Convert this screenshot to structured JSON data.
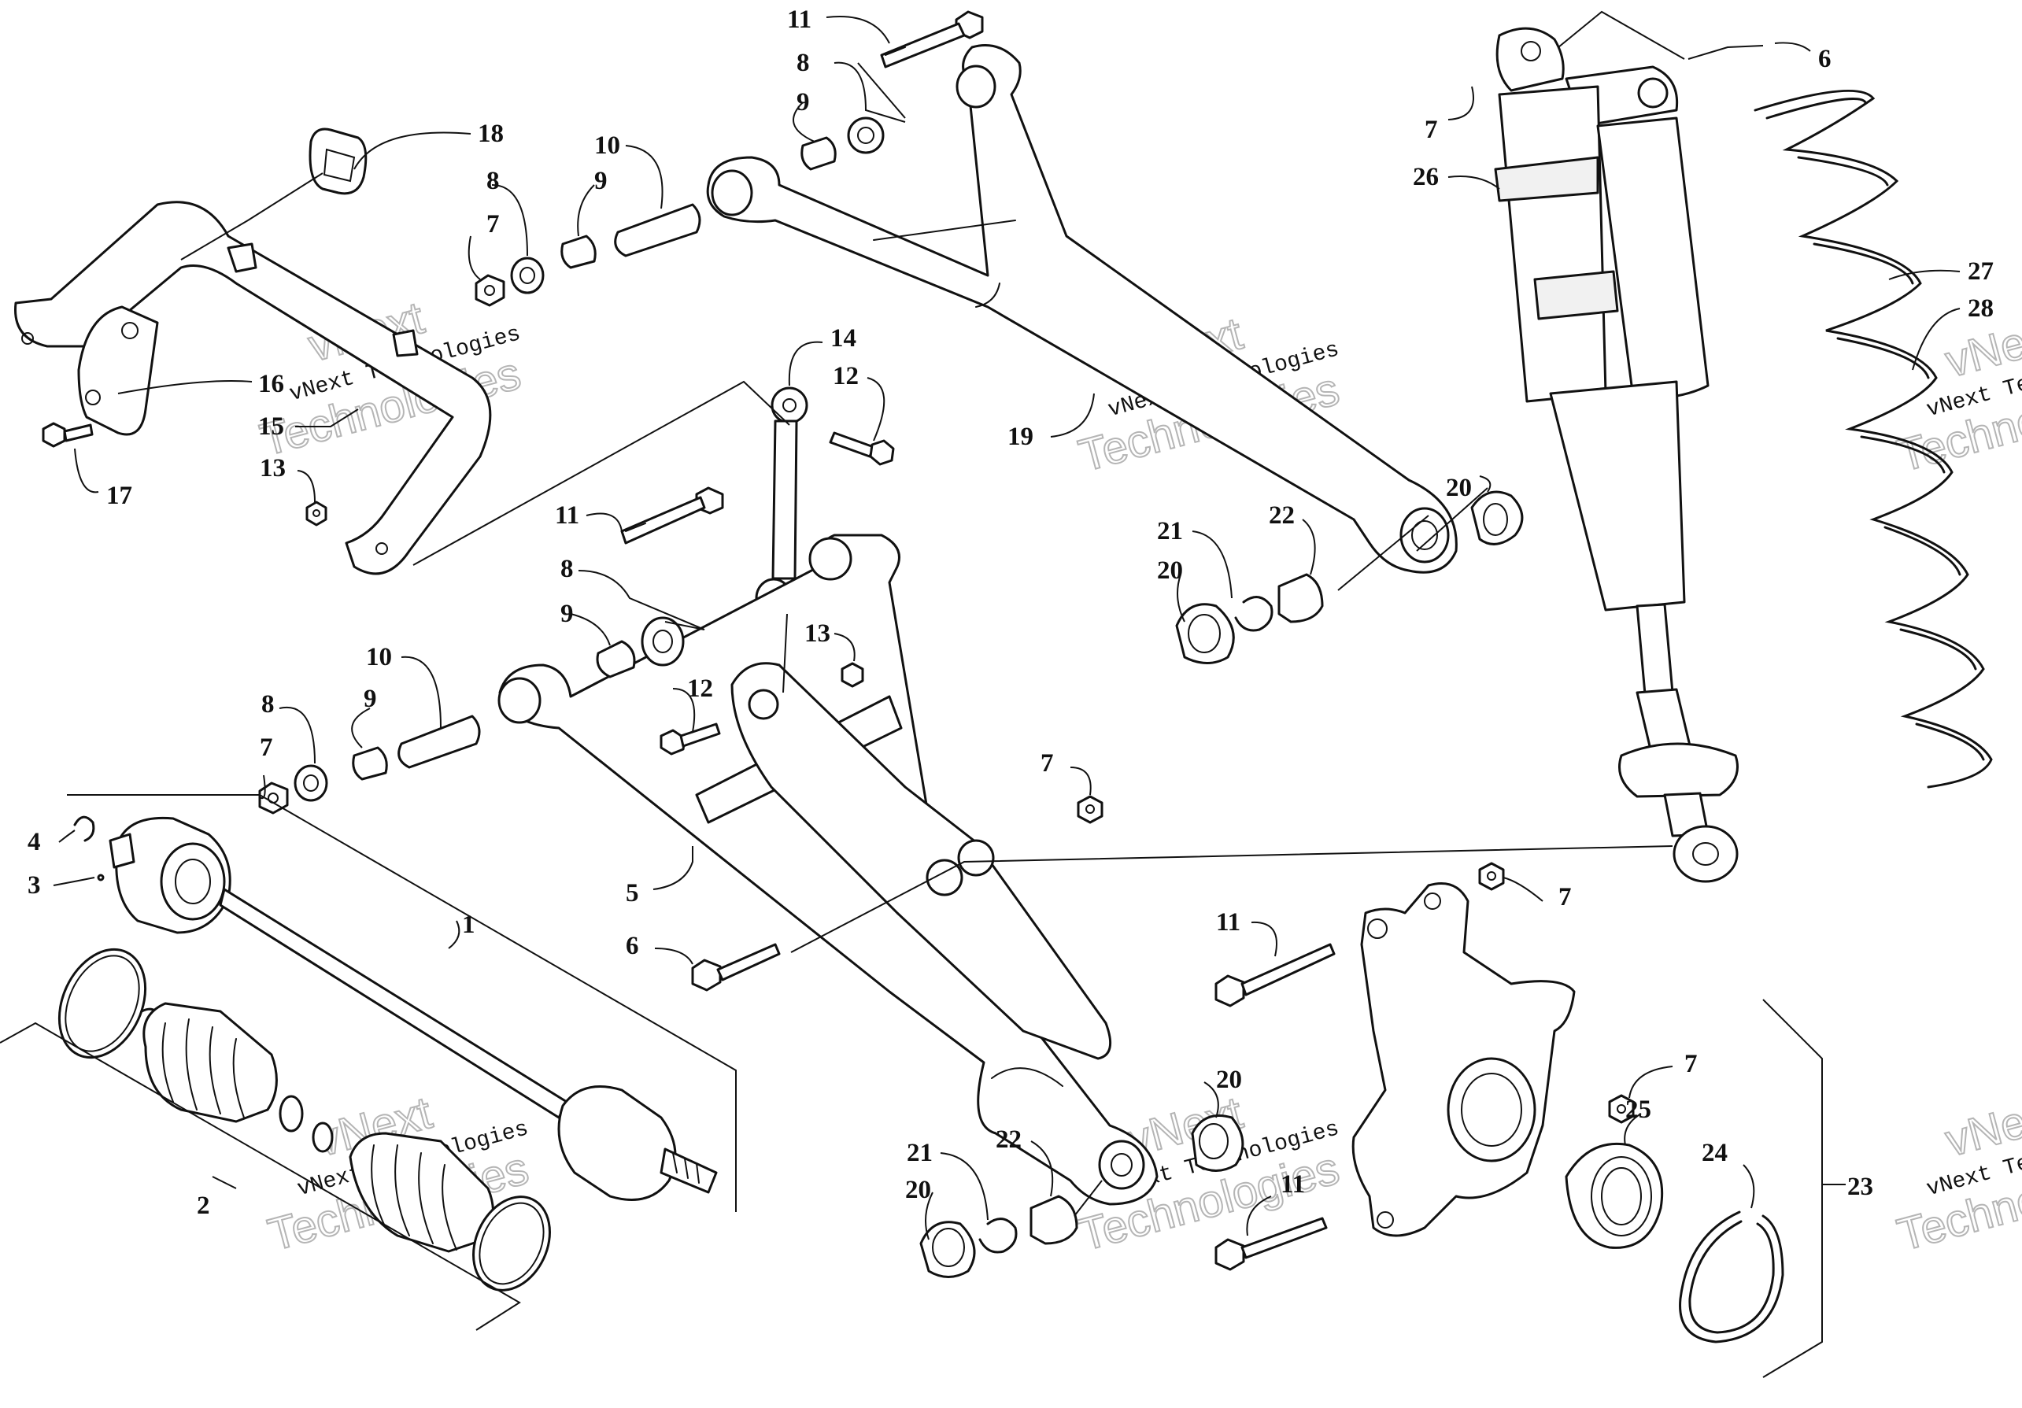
{
  "callouts": [
    {
      "id": "c1",
      "label": "1"
    },
    {
      "id": "c2",
      "label": "2"
    },
    {
      "id": "c3",
      "label": "3"
    },
    {
      "id": "c4",
      "label": "4"
    },
    {
      "id": "c5",
      "label": "5"
    },
    {
      "id": "c6a",
      "label": "6"
    },
    {
      "id": "c6b",
      "label": "6"
    },
    {
      "id": "c7a",
      "label": "7"
    },
    {
      "id": "c7b",
      "label": "7"
    },
    {
      "id": "c7c",
      "label": "7"
    },
    {
      "id": "c7d",
      "label": "7"
    },
    {
      "id": "c7e",
      "label": "7"
    },
    {
      "id": "c7f",
      "label": "7"
    },
    {
      "id": "c8a",
      "label": "8"
    },
    {
      "id": "c8b",
      "label": "8"
    },
    {
      "id": "c8c",
      "label": "8"
    },
    {
      "id": "c8d",
      "label": "8"
    },
    {
      "id": "c9a",
      "label": "9"
    },
    {
      "id": "c9b",
      "label": "9"
    },
    {
      "id": "c9c",
      "label": "9"
    },
    {
      "id": "c9d",
      "label": "9"
    },
    {
      "id": "c10a",
      "label": "10"
    },
    {
      "id": "c10b",
      "label": "10"
    },
    {
      "id": "c11a",
      "label": "11"
    },
    {
      "id": "c11b",
      "label": "11"
    },
    {
      "id": "c11c",
      "label": "11"
    },
    {
      "id": "c11d",
      "label": "11"
    },
    {
      "id": "c12a",
      "label": "12"
    },
    {
      "id": "c12b",
      "label": "12"
    },
    {
      "id": "c13a",
      "label": "13"
    },
    {
      "id": "c13b",
      "label": "13"
    },
    {
      "id": "c14",
      "label": "14"
    },
    {
      "id": "c15",
      "label": "15"
    },
    {
      "id": "c16",
      "label": "16"
    },
    {
      "id": "c17",
      "label": "17"
    },
    {
      "id": "c18",
      "label": "18"
    },
    {
      "id": "c19",
      "label": "19"
    },
    {
      "id": "c20a",
      "label": "20"
    },
    {
      "id": "c20b",
      "label": "20"
    },
    {
      "id": "c20c",
      "label": "20"
    },
    {
      "id": "c20d",
      "label": "20"
    },
    {
      "id": "c21a",
      "label": "21"
    },
    {
      "id": "c21b",
      "label": "21"
    },
    {
      "id": "c22a",
      "label": "22"
    },
    {
      "id": "c22b",
      "label": "22"
    },
    {
      "id": "c23",
      "label": "23"
    },
    {
      "id": "c24",
      "label": "24"
    },
    {
      "id": "c25",
      "label": "25"
    },
    {
      "id": "c26",
      "label": "26"
    },
    {
      "id": "c27",
      "label": "27"
    },
    {
      "id": "c28",
      "label": "28"
    }
  ],
  "watermark": {
    "line1": "vNext",
    "line2": "vNext Technologies",
    "line3": "Technologies"
  }
}
